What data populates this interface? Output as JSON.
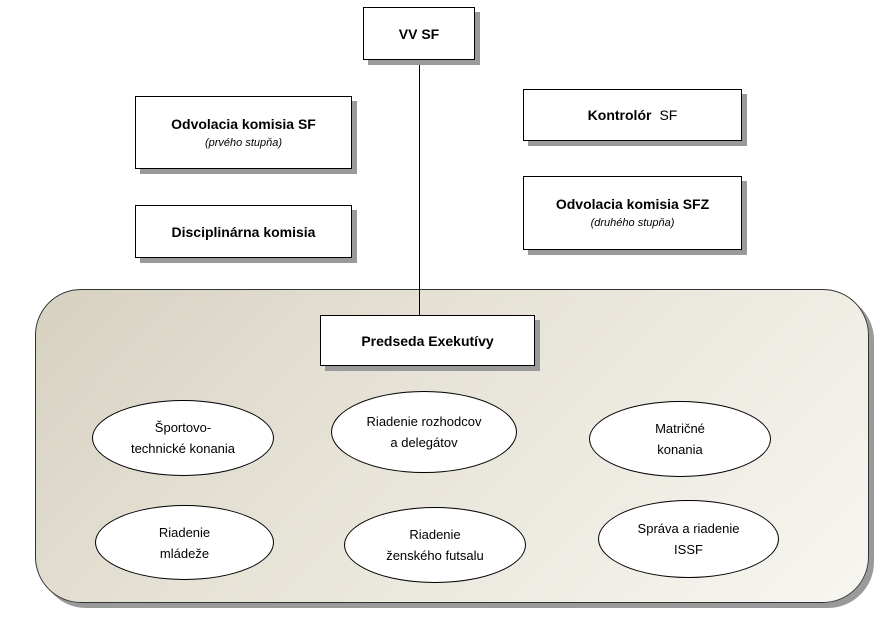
{
  "top": {
    "label": "VV SF"
  },
  "left_boxes": [
    {
      "title": "Odvolacia komisia SF",
      "subtitle": "(prvého stupňa)"
    },
    {
      "title": "Disciplinárna komisia"
    }
  ],
  "right_boxes": [
    {
      "title_bold": "Kontrolór",
      "title_normal": "SF"
    },
    {
      "title": "Odvolacia komisia SFZ",
      "subtitle": "(druhého stupňa)"
    }
  ],
  "executive": {
    "label": "Predseda Exekutívy"
  },
  "units": [
    "Športovo-\ntechnické konania",
    "Riadenie rozhodcov\na delegátov",
    "Matričné\nkonania",
    "Riadenie\nmládeže",
    "Riadenie\nženského futsalu",
    "Správa a riadenie\nISSF"
  ]
}
